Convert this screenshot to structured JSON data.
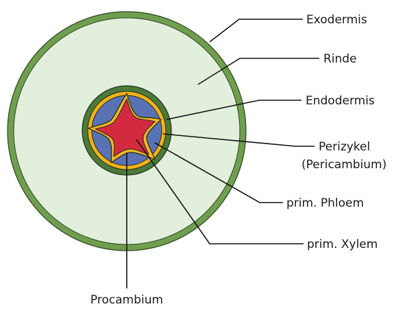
{
  "labels": {
    "exodermis": "Exodermis",
    "rinde": "Rinde",
    "endodermis": "Endodermis",
    "perizykel": "Perizykel",
    "pericambium": "(Pericambium)",
    "phloem": "prim. Phloem",
    "xylem": "prim. Xylem",
    "procambium": "Procambium"
  },
  "colors": {
    "exodermis": "#6f9e4f",
    "rinde": "#e2efdc",
    "endodermis": "#4d7a3a",
    "pericycle": "#f2b21b",
    "phloem": "#5972b4",
    "xylem": "#d42a40",
    "xylem_border": "#f3b626",
    "procambium_core": "#f6c52d",
    "outline": "#1e2a16",
    "leader": "#111111"
  }
}
